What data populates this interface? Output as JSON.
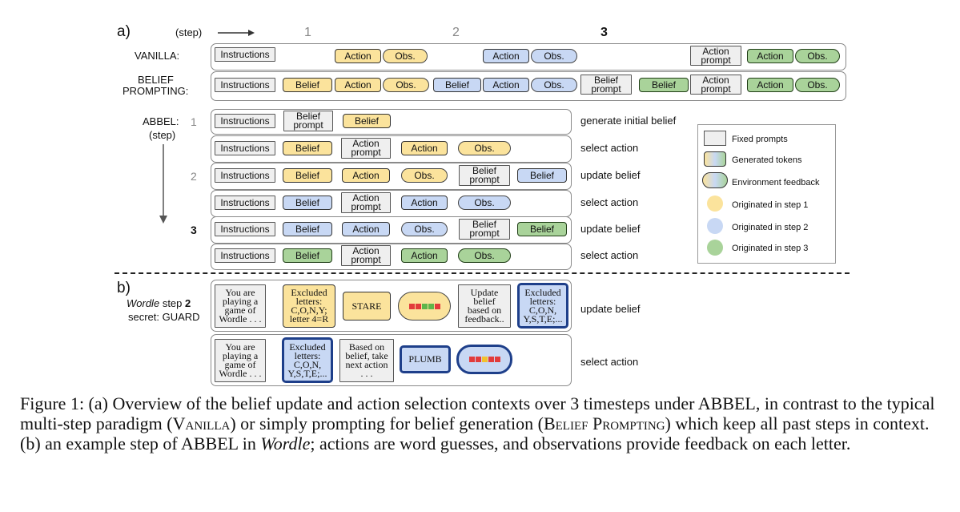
{
  "panel_a": {
    "label": "a)",
    "step_label": "(step)",
    "step_numbers": [
      "1",
      "2",
      "3"
    ],
    "vanilla_label": "VANILLA:",
    "belief_prompting_label": [
      "BELIEF",
      "PROMPTING:"
    ],
    "abbel_label": "ABBEL:",
    "abbel_step_label": "(step)",
    "abbel_step_numbers": [
      "1",
      "2",
      "3"
    ],
    "chips": {
      "instructions": "Instructions",
      "belief": "Belief",
      "action": "Action",
      "obs": "Obs.",
      "action_prompt": [
        "Action",
        "prompt"
      ],
      "belief_prompt": [
        "Belief",
        "prompt"
      ]
    },
    "row_notes": [
      "generate initial belief",
      "select action",
      "update belief",
      "select action",
      "update belief",
      "select action"
    ]
  },
  "legend": {
    "items": [
      "Fixed prompts",
      "Generated tokens",
      "Environment feedback",
      "Originated in step 1",
      "Originated in step 2",
      "Originated in step 3"
    ],
    "colors": {
      "step1": "#fbe39c",
      "step2": "#c8d8f4",
      "step3": "#a9d39a"
    }
  },
  "panel_b": {
    "label": "b)",
    "game": "Wordle",
    "step_word": "step",
    "step_num": "2",
    "secret": "secret: GUARD",
    "row1": {
      "fixed1": [
        "You are",
        "playing a",
        "game of",
        "Wordle . . ."
      ],
      "belief_old": [
        "Excluded",
        "letters:",
        "C,O,N,Y;",
        "letter 4=R"
      ],
      "action": "STARE",
      "fixed2": [
        "Update",
        "belief",
        "based on",
        "feedback.."
      ],
      "belief_new": [
        "Excluded",
        "letters:",
        "C,O,N,",
        "Y,S,T,E;..."
      ],
      "note": "update belief"
    },
    "row2": {
      "fixed1": [
        "You are",
        "playing a",
        "game of",
        "Wordle . . ."
      ],
      "belief": [
        "Excluded",
        "letters:",
        "C,O,N,",
        "Y,S,T,E;..."
      ],
      "fixed2": [
        "Based on",
        "belief, take",
        "next action",
        ". . ."
      ],
      "action": "PLUMB",
      "note": "select action"
    },
    "feedback_colors": {
      "grey": "#e23b3b",
      "yellow": "#f2c12e",
      "green": "#5fb54a"
    }
  },
  "caption": {
    "p1": "Figure 1: (a) Overview of the belief update and action selection contexts over 3 timesteps under ABBEL, in contrast to the typical multi-step paradigm (",
    "vanilla": "Vanilla",
    "p2": ") or simply prompting for belief generation (",
    "belief_prompting": "Belief Prompting",
    "p3": ") which keep all past steps in context. (b) an example step of ABBEL in ",
    "wordle": "Wordle",
    "p4": "; actions are word guesses, and observations provide feedback on each letter."
  }
}
